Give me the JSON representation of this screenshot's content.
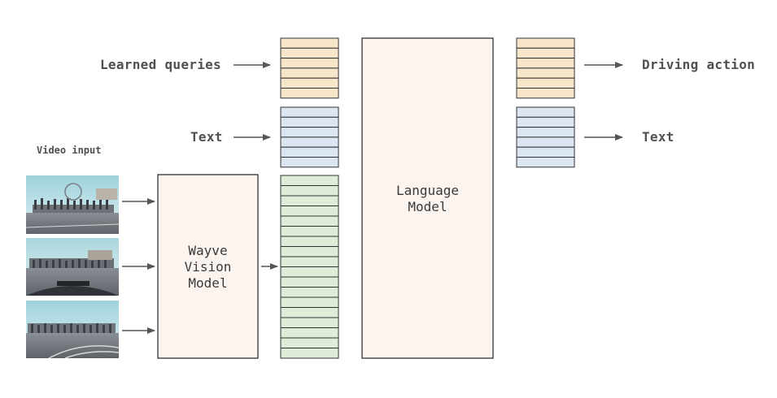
{
  "labels": {
    "learned_queries": "Learned queries",
    "text_input": "Text",
    "video_input": "Video input",
    "driving_action": "Driving action",
    "text_output": "Text"
  },
  "vision_model": {
    "line1": "Wayve",
    "line2": "Vision",
    "line3": "Model"
  },
  "language_model": {
    "line1": "Language",
    "line2": "Model"
  },
  "colors": {
    "queries_token": "#f8e6cb",
    "text_token": "#dbe6f2",
    "vision_token": "#dfecd7",
    "model_box": "#fcf4ef",
    "stroke": "#333333",
    "arrow": "#555555"
  }
}
